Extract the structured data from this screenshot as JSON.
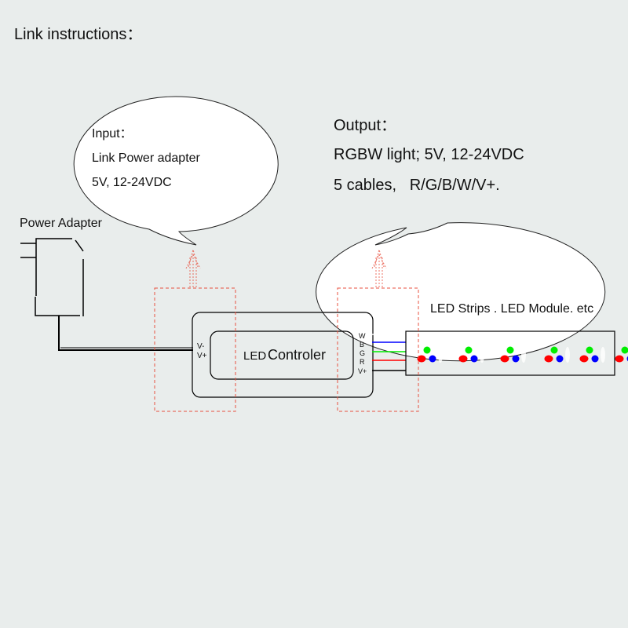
{
  "title": "Link instructions：",
  "input_bubble": {
    "lines": [
      "Input：",
      "Link Power adapter",
      "5V, 12-24VDC"
    ]
  },
  "output_bubble": {
    "lines": [
      "Output：",
      "RGBW light; 5V, 12-24VDC",
      "5 cables,   R/G/B/W/V+."
    ]
  },
  "power_adapter": {
    "label": "Power Adapter"
  },
  "controller": {
    "label_small": "LED",
    "label_large": "Controler",
    "input_pins": [
      "V-",
      "V+"
    ],
    "output_pins": [
      "W",
      "B",
      "G",
      "R",
      "V+"
    ]
  },
  "strip": {
    "label": "LED Strips . LED Module. etc",
    "led_groups": 6
  },
  "colors": {
    "background": "#e9edec",
    "highlight_dash": "#e8513f",
    "wire_w": "#ffffff",
    "wire_b": "#0000ff",
    "wire_g": "#00ee00",
    "wire_r": "#ff0000",
    "wire_vplus": "#000000"
  }
}
